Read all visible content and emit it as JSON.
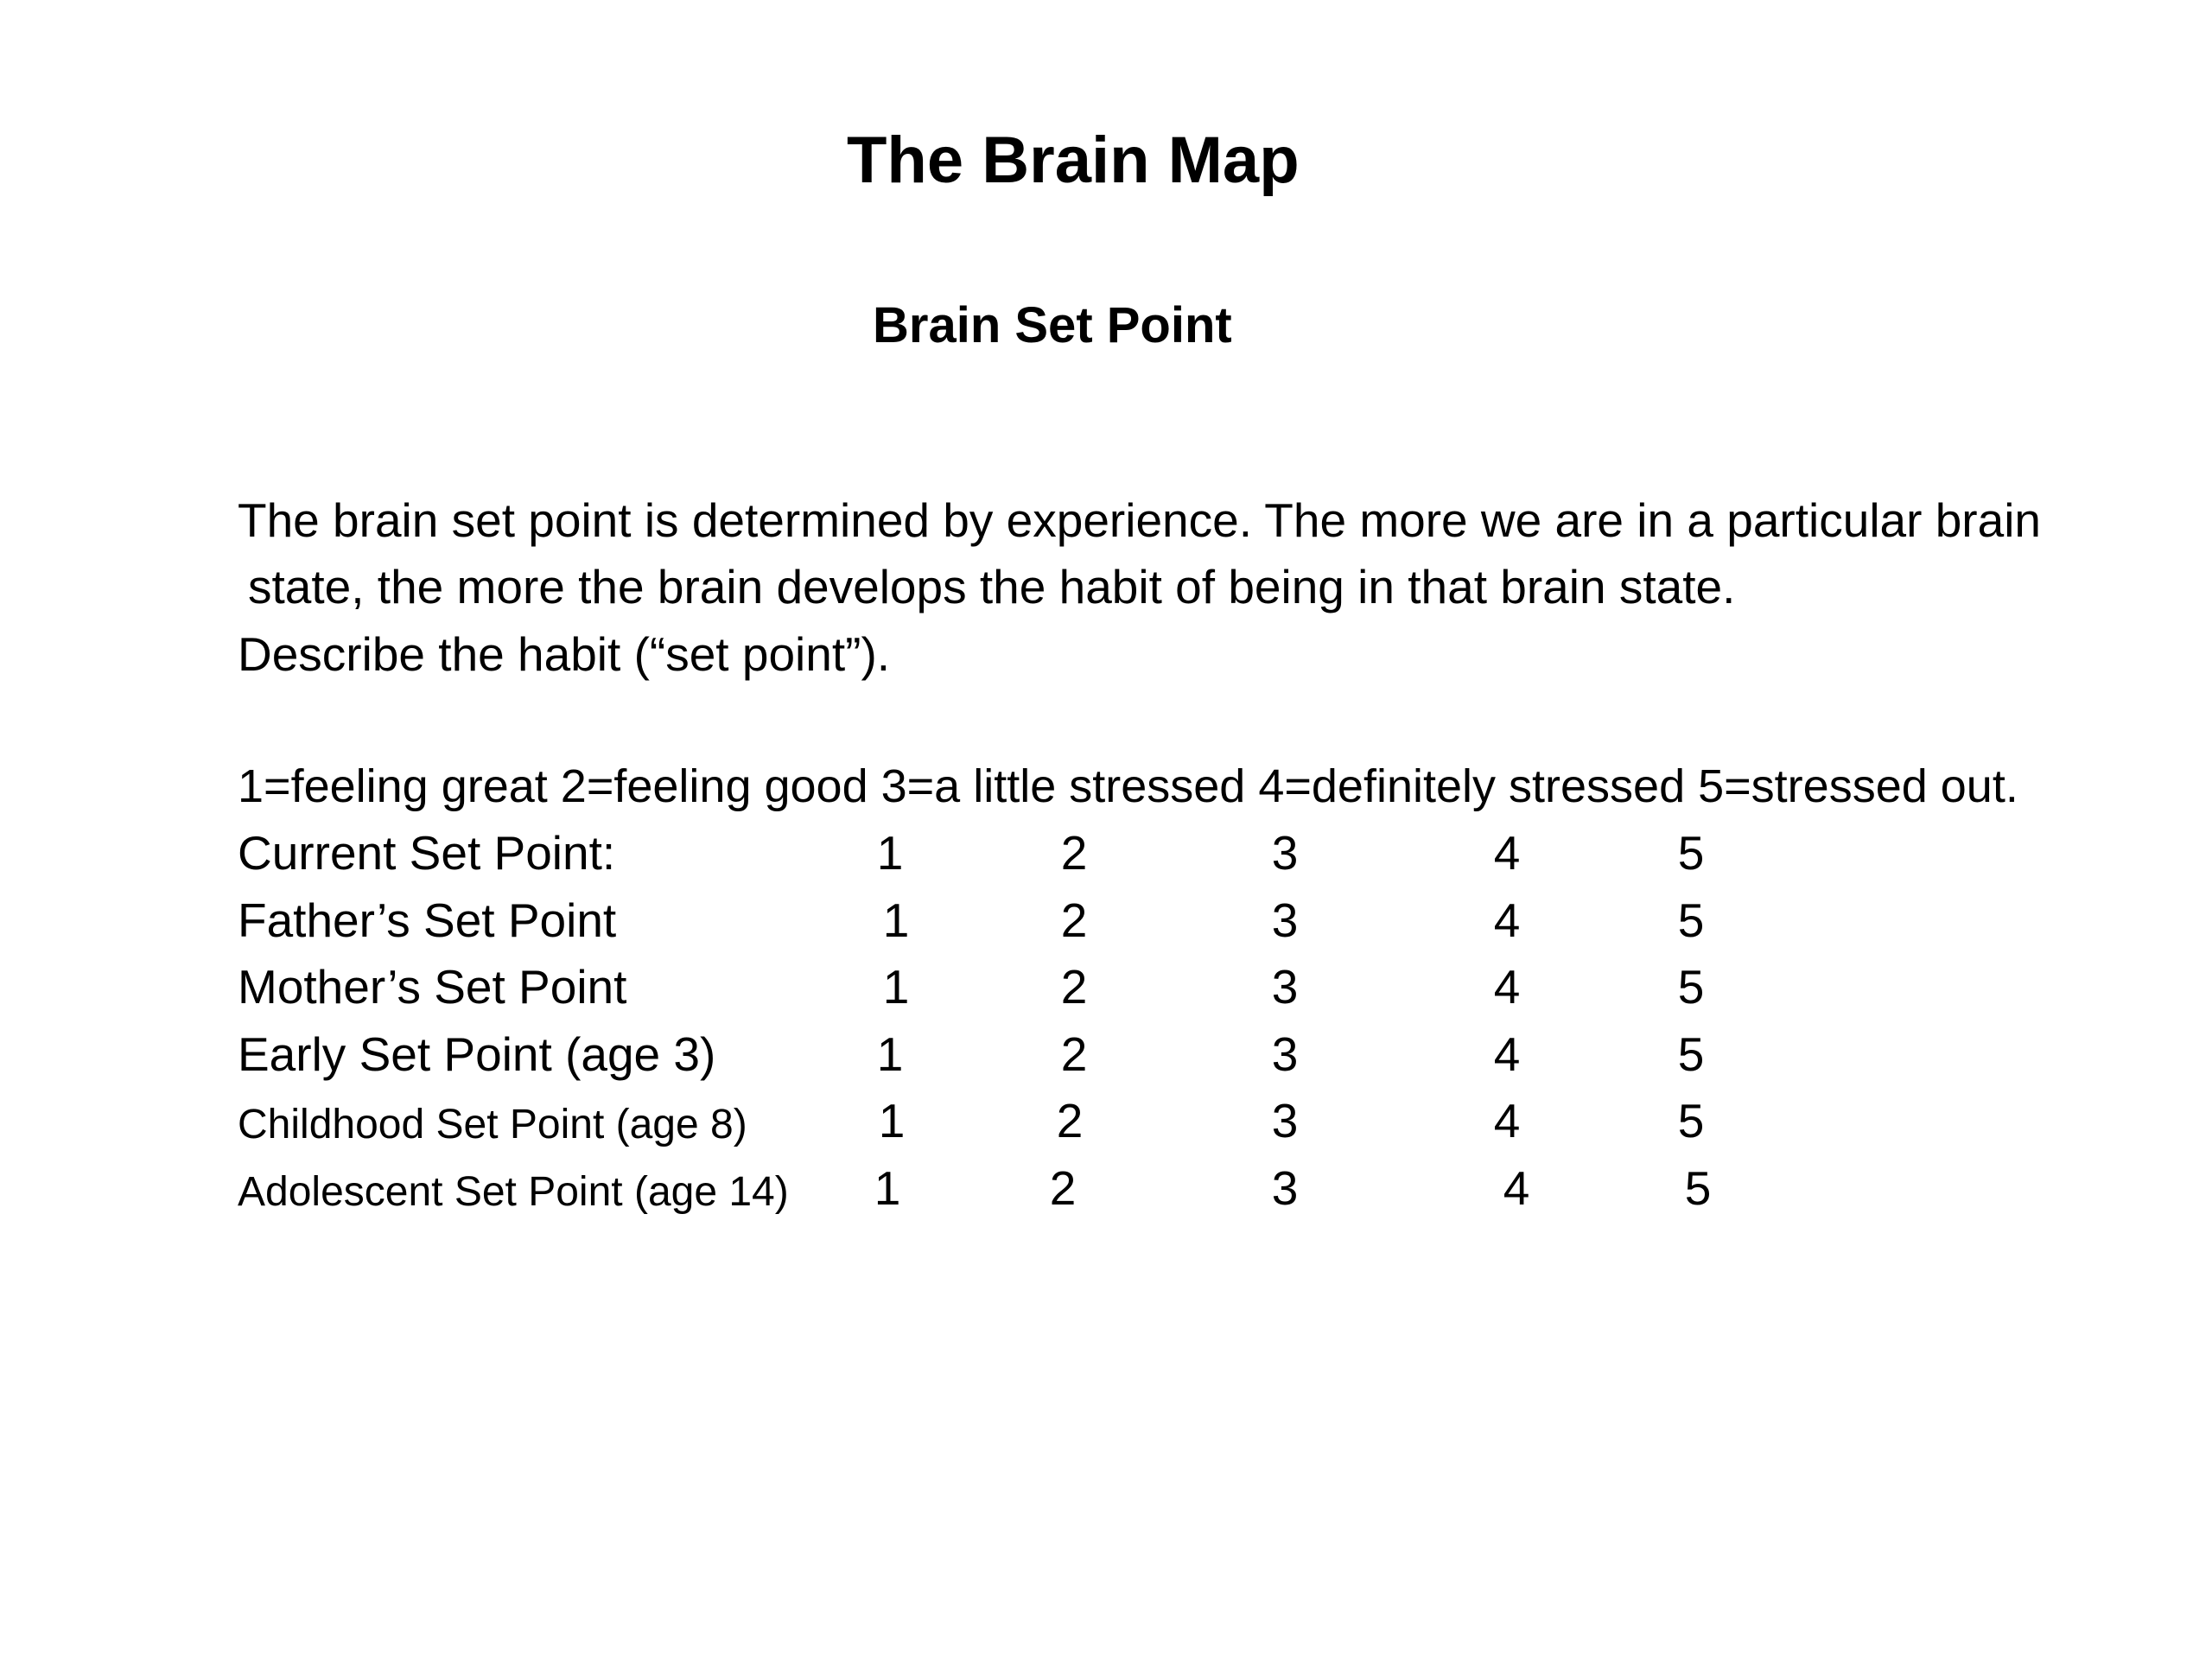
{
  "document": {
    "title": "The Brain Map",
    "subtitle": "Brain Set Point",
    "paragraph_lines": [
      "The brain set point is determined by experience.  The more we are in a particular brain",
      "state, the more the brain develops the habit of being in that brain state.",
      "Describe the habit (“set point”)."
    ],
    "scale_legend": "1=feeling great 2=feeling good 3=a little stressed 4=definitely stressed 5=stressed out.",
    "rows": [
      {
        "label": "Current Set Point:",
        "options": [
          "1",
          "2",
          "3",
          "4",
          "5"
        ]
      },
      {
        "label": "Father’s Set Point",
        "options": [
          "1",
          "2",
          "3",
          "4",
          "5"
        ]
      },
      {
        "label": "Mother’s Set Point",
        "options": [
          "1",
          "2",
          "3",
          "4",
          "5"
        ]
      },
      {
        "label": "Early Set Point (age 3)",
        "options": [
          "1",
          "2",
          "3",
          "4",
          "5"
        ]
      },
      {
        "label": "Childhood Set Point (age 8)",
        "options": [
          "1",
          "2",
          "3",
          "4",
          "5"
        ]
      },
      {
        "label": "Adolescent Set Point (age 14)",
        "options": [
          "1",
          "2",
          "3",
          "4",
          "5"
        ]
      }
    ]
  }
}
